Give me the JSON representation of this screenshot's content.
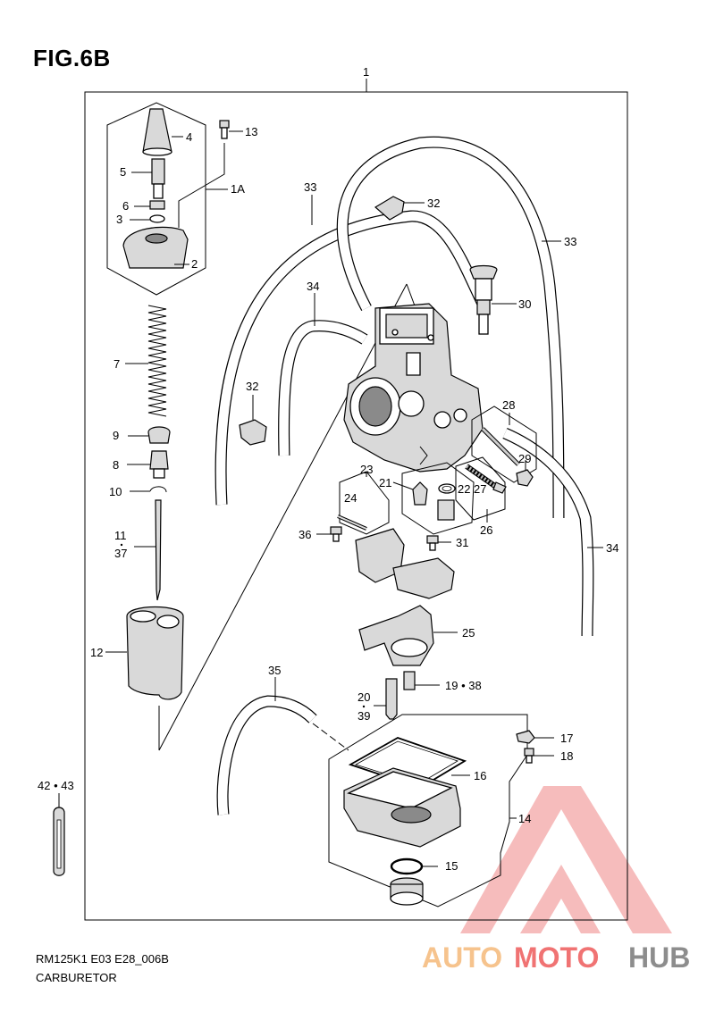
{
  "figure": {
    "title": "FIG.6B",
    "model_code": "RM125K1 E03 E28_006B",
    "section_name": "CARBURETOR"
  },
  "callouts": {
    "p1": "1",
    "p1a": "1A",
    "p2": "2",
    "p3": "3",
    "p4": "4",
    "p5": "5",
    "p6": "6",
    "p7": "7",
    "p8": "8",
    "p9": "9",
    "p10": "10",
    "p11": "11",
    "p37": "37",
    "p12": "12",
    "p13": "13",
    "p14": "14",
    "p15": "15",
    "p16": "16",
    "p17": "17",
    "p18": "18",
    "p19_38": "19 • 38",
    "p20": "20",
    "p39": "39",
    "p21": "21",
    "p22": "22",
    "p23": "23",
    "p24": "24",
    "p25": "25",
    "p26": "26",
    "p27": "27",
    "p28": "28",
    "p29": "29",
    "p30": "30",
    "p31": "31",
    "p32a": "32",
    "p32b": "32",
    "p33a": "33",
    "p33b": "33",
    "p34a": "34",
    "p34b": "34",
    "p35": "35",
    "p36": "36",
    "p42_43": "42 • 43"
  },
  "watermark": {
    "part1": "AUTO",
    "part2": "MOTO",
    "part3": "HUB",
    "color_light": "#f5b97a",
    "color_red": "#ee5b5b",
    "color_gray": "#7a7a7a"
  }
}
